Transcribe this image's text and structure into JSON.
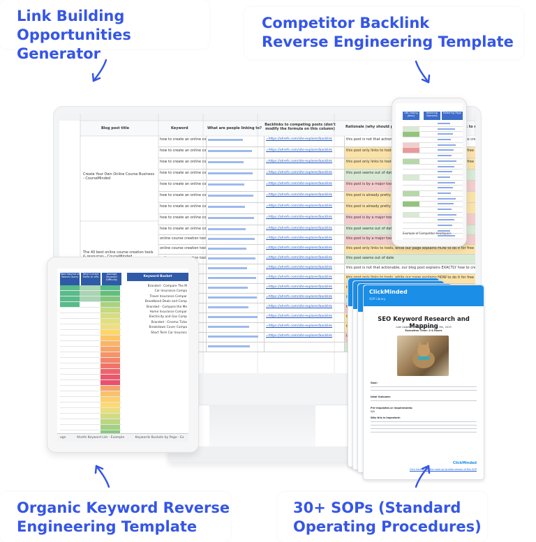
{
  "cards": {
    "top_left": {
      "line1": "Link Building",
      "line2": "Opportunities Generator"
    },
    "top_right": {
      "line1": "Competitor Backlink",
      "line2": "Reverse Engineering Template"
    },
    "bottom_left": {
      "line1": "Organic Keyword Reverse",
      "line2": "Engineering Template"
    },
    "bottom_right": {
      "line1": "30+ SOPs (Standard",
      "line2": "Operating Procedures)"
    }
  },
  "monitor_sheet": {
    "headers": [
      "Blog post title",
      "Keyword",
      "What are people linking to?",
      "Backlinks to competing posts (don't modify the formula on this column)",
      "Rationale (why should people who are linking to this post link to mine?)"
    ],
    "group1_title": "Create Your Own Online Course Business - CourseMinded",
    "group2_title": "The 40 best online course creation tools & resources - CourseMinded",
    "keyword1": "how to create an online course",
    "keyword2": "online course creation tools",
    "backlink_formula": "=https://ahrefs.com/site-explorer/backlink",
    "rationales": [
      "this post is not that actionable, our blog post explains EXACTLY how to create a world-class online course business",
      "this post only links to tools, while our page explains HOW to do it for free",
      "this post only links to tools, while our page explains HOW to do it for free",
      "this post seems out of date",
      "this post is by a major tool, contlikely we'll get it",
      "this post is already pretty good, ours has more in depth tools",
      "this post is already pretty good, ours has more in depth tools",
      "this post is by a major tool, contlikely we'll get a link",
      "this post seems out of date",
      "this post is by a major tool, contlikely we'll get a link",
      "this post only links to tools, while our page explains HOW to do it for free",
      "this post seems out of date"
    ]
  },
  "tablet_sheet": {
    "headers": [
      "Total Volume of Search Query",
      "Total Current Traffic to URL",
      "Average Keyword Difficulty"
    ],
    "bucket_header": "Keyword Bucket",
    "buckets": [
      "Branded - Compare The M",
      "Car Insurance Compa",
      "Travel Insurance Compar",
      "Broadband Deals and Comp",
      "Branded - Compare the Me",
      "Home Insurance Compar",
      "Electricity and Gas Comp",
      "Branded - Cinema Ticke",
      "Breakdown Cover Compa",
      "Short Term Car Insuranc"
    ],
    "tabs": [
      "age",
      "Ahrefs Keyword List - Example",
      "Keywords Buckets by Page - Ex"
    ]
  },
  "phone_sheet": {
    "headers": [
      "URL Rating (desc)",
      "Referring Domains",
      "Referring Page"
    ],
    "footer_tab": "Example of Competitor Headspace"
  },
  "sop": {
    "brand": "ClickMinded",
    "brand_sub": "SOP Library",
    "title": "SEO Keyword Research and Mapping",
    "meta1": "Last Updated / Reviewed: January 9th, 2019",
    "meta2": "Execution Time: 2-4 hours",
    "goal_label": "Goal:",
    "ideal_label": "Ideal Outcome:",
    "prereq_label": "Pre-requisites or requirements:",
    "prereq_value": "N/A",
    "why_label": "Why this is important:",
    "footer_brand": "ClickMinded",
    "footer_link": "Click here to get the most up-to-date version of this SOP"
  }
}
